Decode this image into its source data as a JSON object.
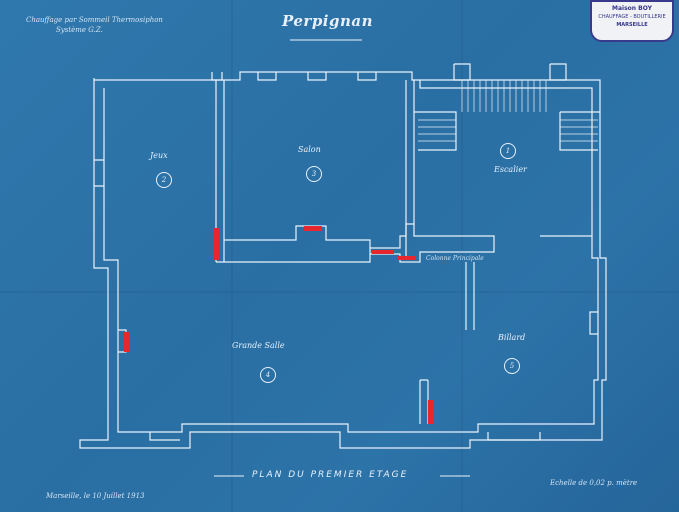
{
  "document": {
    "title": "Perpignan",
    "plan_title": "PLAN DU PREMIER ETAGE",
    "heading_note_line1": "Chauffage par Sommeil Thermosiphon",
    "heading_note_line2": "Système G.Z.",
    "scale_note": "Echelle de 0,02 p. mètre",
    "place_date": "Marseille, le 10 Juillet 1913"
  },
  "stamp": {
    "line1": "Maison BOY",
    "line2": "CHAUFFAGE - BOUTILLERIE",
    "line3": "MARSEILLE"
  },
  "rooms": [
    {
      "name": "Jeux",
      "number": "2"
    },
    {
      "name": "Salon",
      "number": "3"
    },
    {
      "name": "Escalier",
      "number": "1"
    },
    {
      "name": "Grande Salle",
      "number": "4"
    },
    {
      "name": "Billard",
      "number": "5"
    }
  ],
  "annotations": {
    "pipe_label": "Colonne Principale"
  },
  "colors": {
    "paper": "#2c73a8",
    "line": "#eaf2fb",
    "radiator": "#e8262d"
  }
}
